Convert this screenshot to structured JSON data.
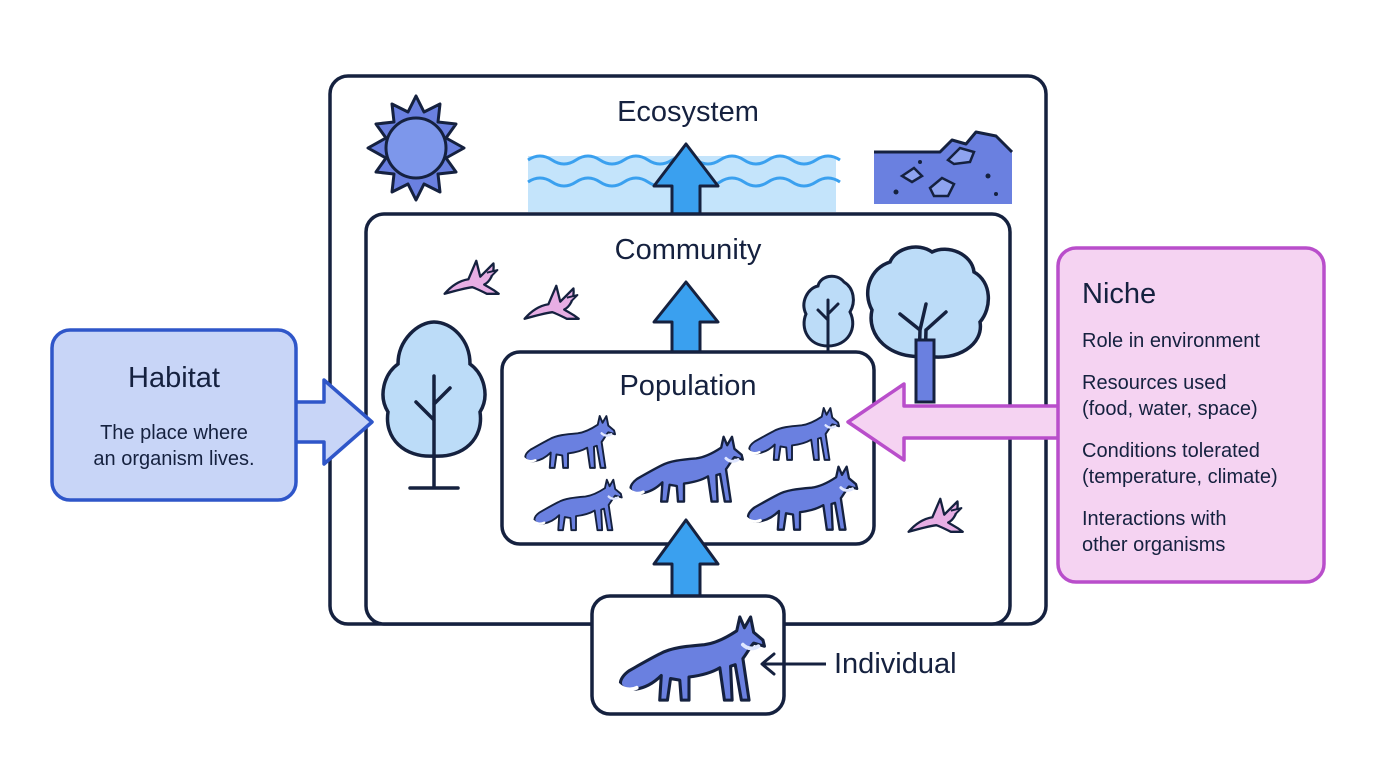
{
  "levels": {
    "ecosystem": "Ecosystem",
    "community": "Community",
    "population": "Population",
    "individual": "Individual"
  },
  "habitat": {
    "title": "Habitat",
    "description_line1": "The place where",
    "description_line2": "an organism lives."
  },
  "niche": {
    "title": "Niche",
    "items": [
      {
        "line1": "Role in environment",
        "line2": ""
      },
      {
        "line1": "Resources used",
        "line2": "(food, water, space)"
      },
      {
        "line1": "Conditions tolerated",
        "line2": "(temperature, climate)"
      },
      {
        "line1": "Interactions with",
        "line2": "other organisms"
      }
    ]
  },
  "icons": [
    "sun-icon",
    "water-icon",
    "rocks-icon",
    "bird-icon",
    "tree-icon",
    "wolf-icon"
  ],
  "colors": {
    "outline": "#15213f",
    "arrow_blue": "#3aa0ef",
    "habitat_fill": "#c8d5f7",
    "habitat_stroke": "#2f56c9",
    "niche_fill": "#f5d3f2",
    "niche_stroke": "#b94ecb",
    "wolf": "#6a80e0",
    "tree": "#bcdcf8",
    "bird": "#e7aee4"
  }
}
